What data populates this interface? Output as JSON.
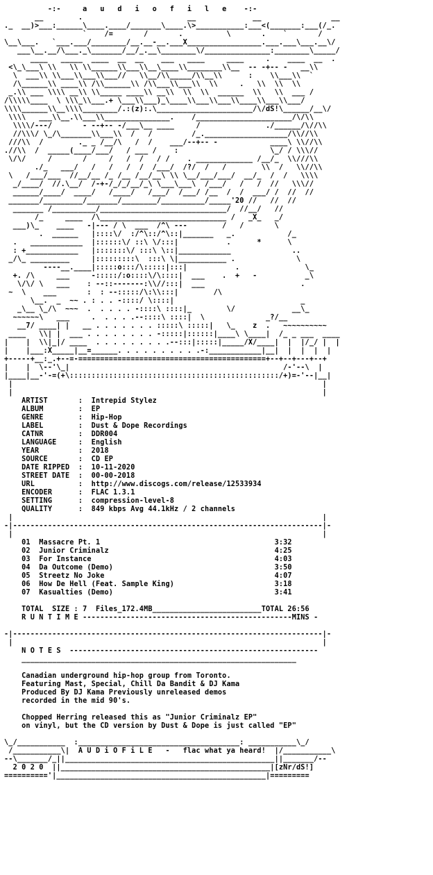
{
  "nfo": {
    "header": {
      "title_line": "          -:-     a   u   d   i   o   f   i   l   e    -:-",
      "art_lines": [
        "       __        .                        __             __                __",
        "._  __)>___:______\\____.____/_______\\____.\\>___________:___<(_______:___(/_.",
        "                  `    /=       /       .          \\       .    `       /",
        "\\__\\___.   `___.___/________/__.__-__.___X_________________.___.___\\___.__\\/",
        "   ___\\__.__/\\___._\\_______/__/_.__\\________\\/_______________:________\\_____/",
        "      ____   _____  ____  __  __    ___   ____     ____     .    ____  __  .",
        " <\\_\\___\\ \\\\   \\\\ \\\\______\\\\___\\\\__\\____\\\\________\\\\__  -- -+-- -   __\\\\",
        "  \\  ___\\\\ \\\\___\\\\___\\\\___//   \\\\__/\\\\_____/\\\\__\\\\      :    \\\\___\\\\  `",
        "  /\\______\\\\ ____\\\\ /\\\\______\\\\ /\\\\___\\\\___\\\\  \\\\     .   \\\\  \\\\  \\\\",
        " _.\\\\ ___ \\\\\\\\ __\\\\ \\\\_____ ____\\\\ __\\\\  \\\\  \\\\  ______  \\\\   \\\\  ___ /",
        "/\\\\\\\\\\____  \\ \\\\\\_\\\\___.+ \\___\\\\___)_\\____\\\\___\\\\___\\\\____\\\\___\\\\___/",
        "\\\\\\\\______\\\\__\\\\\\\\________/.:(z):.\\______________________/\\/dS!\\______/__\\/",
        " \\\\\\\\   ___\\\\__.\\\\___\\\\_______________.    /______________________/\\/\\\\",
        "  \\\\\\\\/---/       - --+-- -/___\\__ ____     /               ./______/\\//\\\\",
        "  //\\\\\\/ \\_/\\_______\\\\___\\\\  /   /         /_.___________________/\\\\//\\\\",
        " ///\\\\  /        ._ _ /__/\\   /  /    ___/--+-- -            ____\\ \\\\//\\\\",
        ".//\\\\  /  _____(____/___/   / ___ /    :                     \\_/ / \\\\\\//",
        " \\/\\/     /       /     /   /  /   / /    . _____________ /__/_  \\\\///\\\\",
        "       ./_   ___/   /   /   /  /  /___/  /?/  /   /        \\\\  /   \\\\//\\\\",
        " \\   /___/___  //__/__ /_ /__ /__/__\\ \\\\ \\__/___/___/  __/_  /  /   \\\\\\\\",
        "  _/____/  //.\\__/  /-+-/_/_/__/_\\ \\___\\___\\  /___/   /   /  //   \\\\\\//",
        "  ______/____/  ____/   /____/   /___/  /___/ /__  /  /  ___/ /  //  //",
        " _______/_________/_______/________/__________/_____'20 //   //  //",
        "  _______ /__________/_____________________________/  //__/   //",
        "       /_     ____  /\\_____________________________ /   _X_   _/",
        "  ___)\\_    ____   -|--- / \\  ___  /^\\ ---        /   /       \\",
        "        .  ______   |::::\\/  :/^\\::/^\\::|_______   _.            /_",
        "  .   ____________  |::::::\\/ ::\\ \\/:::|           .      *      \\",
        "  : +____________   |:::::::\\/ :::\\ \\::|____________              ..",
        " _/\\_ _________     |:::::::::\\  :::\\ \\|___________ .              \\",
        "         ----__.____|:::::o:::/\\:::::|:::|           .               \\_",
        "  +. /\\     ___     -:::::/:o::::\\/\\::::|  ___    .  +   -           _\\",
        "   \\/\\/ \\   ___    : --::-------:\\\\//:::|  ___                      .",
        " ~  \\    ___       :  : --:::::/\\:\\\\:::|        /\\",
        "      \\__.  _  ~~ . : . . -::::/ \\::::|                             _",
        "   _\\__ \\_/\\  ~~~  .  . . . . -::::\\ ::::|_        \\/             __\\_",
        "  ~~~~~~\\   ___     .  . . . .--::::\\ ::::|  \\              _?/__",
        "   __7/ ____| |   __ . . . . . . . :::::\\ :::::|   \\_    z  .   ~~~~~~~~~~",
        " ____   \\\\| |  ___ . . . . . . . . -:::::|::::::|____\\ \\____|  /_ _ ___  ____",
        "|    |  \\\\|_|/ ____  . . . . . . . . .--:::|:::::|_____/X/____|  |  |/_/ |  |",
        "|    |___:X_____|__=______. . . . . . . . . .-:____________|__|  |  |  |  |",
        "+-----+__:_.+--=-===========================================+--+--+---+--+",
        "|    |  \\--'\\_|                                                 /-'--\\  |",
        "|____|__-'-=(+\\::::::::::::::::::::::::::::::::::::::::::::::::/+)=-'--|__|"
      ]
    },
    "info": {
      "fields": [
        {
          "label": "ARTIST",
          "value": "Intrepid Stylez"
        },
        {
          "label": "ALBUM",
          "value": "EP"
        },
        {
          "label": "GENRE",
          "value": "Hip-Hop"
        },
        {
          "label": "LABEL",
          "value": "Dust & Dope Recordings"
        },
        {
          "label": "CATNR",
          "value": "DDR004"
        },
        {
          "label": "LANGUAGE",
          "value": "English"
        },
        {
          "label": "YEAR",
          "value": "2018"
        },
        {
          "label": "SOURCE",
          "value": "CD EP"
        },
        {
          "label": "DATE RIPPED",
          "value": "10-11-2020"
        },
        {
          "label": "STREET DATE",
          "value": "00-00-2018"
        },
        {
          "label": "URL",
          "value": "http://www.discogs.com/release/12533934"
        },
        {
          "label": "ENCODER",
          "value": "FLAC 1.3.1"
        },
        {
          "label": "SETTING",
          "value": "compression-level-8"
        },
        {
          "label": "QUALITY",
          "value": "849 kbps Avg 44.1kHz / 2 channels"
        }
      ]
    },
    "tracks": [
      {
        "no": "01",
        "title": "Massacre Pt. 1",
        "time": "3:32"
      },
      {
        "no": "02",
        "title": "Junior Criminalz",
        "time": "4:25"
      },
      {
        "no": "03",
        "title": "For Instance",
        "time": "4:03"
      },
      {
        "no": "04",
        "title": "Da Outcome (Demo)",
        "time": "3:50"
      },
      {
        "no": "05",
        "title": "Streetz No Joke",
        "time": "4:07"
      },
      {
        "no": "06",
        "title": "How De Hell (Feat. Sample King)",
        "time": "3:18"
      },
      {
        "no": "07",
        "title": "Kasualties (Demo)",
        "time": "3:41"
      }
    ],
    "totals": {
      "size_line": "  TOTAL  SIZE : 7  Files_172.4MB_________________________TOTAL 26:56",
      "runtime_line": "  R U N T I M E ------------------------------------------------MINS -"
    },
    "notes": {
      "heading_line": "  N O T E S  ---------------------------------------------------------",
      "underline": "  _______________________________________________________________",
      "lines": [
        "  Canadian underground hip-hop group from Toronto.",
        "  Featuring Mast, Special, Chill Da Bandit & DJ Kama",
        "  Produced By DJ Kama Previously unreleased demos",
        "  recorded in the mid 90's.",
        "",
        "  Chopped Herring released this as \"Junior Criminalz EP\"",
        "  on vinyl, but the CD version by Dust & Dope is just called \"EP\""
      ]
    },
    "footer": {
      "lines": [
        "\\_/___________  :_____________________________________: ___________\\_/",
        " /___________\\|  A U D i O F i L E   -   flac what ya heard!  |/___________\\",
        "--\\_______/_||________________________________________________||_______/--",
        "  2 0 2 0  ||________________________________________________|[zNr/dS!]",
        "=========='|________________________________________________|========="
      ]
    }
  }
}
